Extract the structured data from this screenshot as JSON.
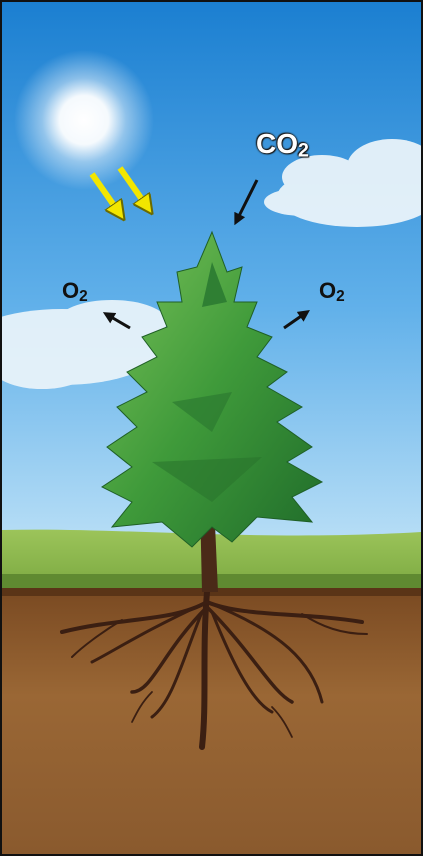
{
  "labels": {
    "co2": {
      "main": "CO",
      "sub": "2"
    },
    "o2_left": {
      "main": "O",
      "sub": "2"
    },
    "o2_right": {
      "main": "O",
      "sub": "2"
    }
  },
  "colors": {
    "sky_top": "#1f86d6",
    "sky_bottom": "#9fd0f2",
    "grass": "#8dbb4c",
    "soil": "#8b5a2b",
    "sun_ray_arrow": "#f2e600",
    "arrow": "#111111",
    "tree_foliage": "#3f9a3a",
    "roots": "#3b1f12"
  }
}
